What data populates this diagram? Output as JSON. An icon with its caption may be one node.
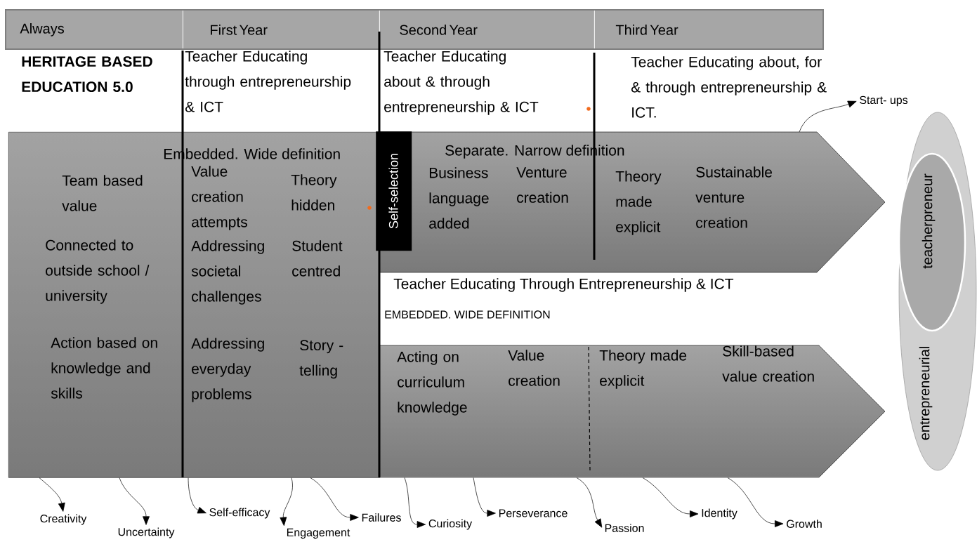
{
  "diagram": {
    "nodes": [
      {
        "text": [
          "Always"
        ]
      },
      {
        "text": [
          "First Year"
        ]
      },
      {
        "text": [
          "Second Year"
        ]
      },
      {
        "text": [
          "Third Year"
        ]
      },
      {
        "text": [
          "Embedded. Wide definition",
          "Team based value",
          "Connected to outside school / university",
          "Action based on knowledge and skills",
          "Value creation attempts",
          "Theory hidden",
          "Addressing societal challenges",
          "Student centred",
          "Addressing everyday problems",
          "Story - telling"
        ]
      },
      {
        "text": [
          "Separate. Narrow definition",
          "Business language added",
          "Venture creation",
          "Theory made explicit",
          "Sustainable venture creation"
        ]
      },
      {
        "text": [
          "Acting on curriculum knowledge",
          "Value creation",
          "Theory made explicit",
          "Skill-based value creation"
        ]
      },
      {
        "text": [
          "Self-selection"
        ]
      },
      {
        "text": [
          "entrepreneurial"
        ]
      },
      {
        "text": [
          "teacherpreneur"
        ],
        "in": 8
      },
      {
        "text": [
          "Start- ups"
        ]
      },
      {
        "text": [
          "Creativity"
        ]
      },
      {
        "text": [
          "Uncertainty"
        ]
      },
      {
        "text": [
          "Self-efficacy"
        ]
      },
      {
        "text": [
          "Engagement"
        ]
      },
      {
        "text": [
          "Failures"
        ]
      },
      {
        "text": [
          "Curiosity"
        ]
      },
      {
        "text": [
          "Perseverance"
        ]
      },
      {
        "text": [
          "Passion"
        ]
      },
      {
        "text": [
          "Identity"
        ]
      },
      {
        "text": [
          "Growth"
        ]
      }
    ],
    "edges": [
      {
        "from": 5,
        "to": 10,
        "arrow": "to"
      },
      {
        "from": 4,
        "to": 11,
        "arrow": "to"
      },
      {
        "from": 4,
        "to": 12,
        "arrow": "to"
      },
      {
        "from": 4,
        "to": 13,
        "arrow": "to"
      },
      {
        "from": 4,
        "to": 14,
        "arrow": "to"
      },
      {
        "from": 4,
        "to": 15,
        "arrow": "to"
      },
      {
        "from": 6,
        "to": 16,
        "arrow": "to"
      },
      {
        "from": 6,
        "to": 17,
        "arrow": "to"
      },
      {
        "from": 6,
        "to": 18,
        "arrow": "to"
      },
      {
        "from": 6,
        "to": 19,
        "arrow": "to"
      },
      {
        "from": 6,
        "to": 20,
        "arrow": "to"
      }
    ],
    "labels": [
      "HERITAGE BASED EDUCATION 5.0",
      "Teacher Educating through entrepreneurship & ICT",
      "Teacher Educating about & through entrepreneurship & ICT",
      "Teacher Educating about, for & through entrepreneurship & ICT.",
      "Teacher Educating Through Entrepreneurship & ICT",
      "EMBEDDED. WIDE DEFINITION"
    ]
  }
}
